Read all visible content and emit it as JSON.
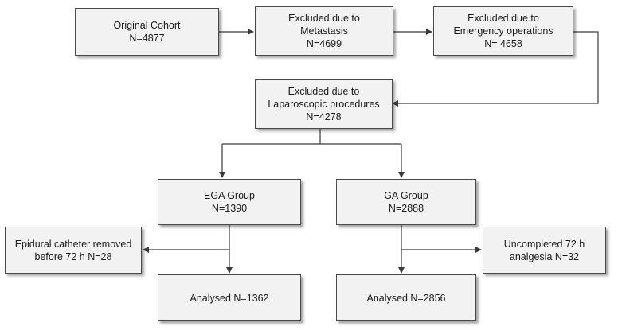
{
  "boxes": {
    "original_cohort": {
      "line1": "Original Cohort",
      "line2": "N=4877"
    },
    "excl_metastasis": {
      "line1": "Excluded due to",
      "line2": "Metastasis",
      "line3": "N=4699"
    },
    "excl_emergency": {
      "line1": "Excluded due to",
      "line2": "Emergency operations",
      "line3": "N= 4658"
    },
    "excl_laparoscopic": {
      "line1": "Excluded due to",
      "line2": "Laparoscopic procedures",
      "line3": "N=4278"
    },
    "ega_group": {
      "line1": "EGA Group",
      "line2": "N=1390"
    },
    "ga_group": {
      "line1": "GA Group",
      "line2": "N=2888"
    },
    "epidural_removed": {
      "line1": "Epidural catheter removed",
      "line2": "before 72 h N=28"
    },
    "uncompleted_analgesia": {
      "line1": "Uncompleted 72 h",
      "line2": "analgesia N=32"
    },
    "analysed_ega": {
      "line1": "Analysed N=1362"
    },
    "analysed_ga": {
      "line1": "Analysed N=2856"
    }
  },
  "colors": {
    "line": "#3a3a3a",
    "box_fill": "#f2f2f2",
    "box_border": "#4a4a4a"
  }
}
